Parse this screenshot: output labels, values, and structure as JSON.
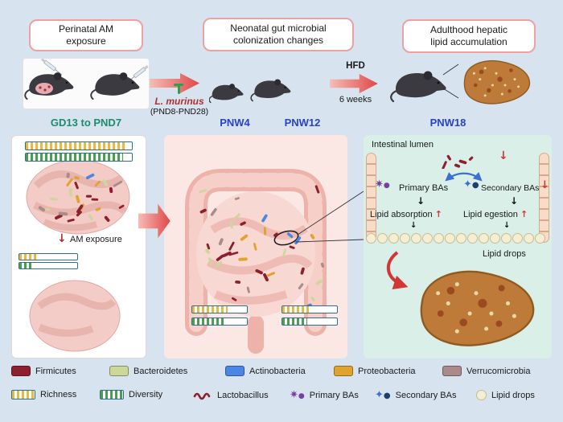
{
  "colors": {
    "background": "#d7e3ee",
    "panel_left": "#ffffff",
    "panel_middle": "#fbe7e4",
    "panel_right": "#d9efe7",
    "firmicutes": "#8e1f2c",
    "bacteroidetes": "#ccd89b",
    "actinobacteria": "#4b86e3",
    "proteobacteria": "#e0a42c",
    "verrucomicrobia": "#a98b8b",
    "richness": "#e7b93c",
    "diversity": "#47a04e",
    "primary_bas": "#7a3da0",
    "secondary_bas_star": "#3b6fd4",
    "secondary_bas_dot": "#1d3f6e",
    "lipid_drop_fill": "#f5eed3",
    "lipid_drop_edge": "#c9bc8e",
    "arrow_red": "#d43535",
    "timeline_green": "#1f8a70",
    "timeline_blue": "#2743c9",
    "lmurinus_green": "#2e9e4f"
  },
  "header": {
    "boxes": [
      "Perinatal AM\nexposure",
      "Neonatal gut microbial\ncolonization changes",
      "Adulthood hepatic\nlipid accumulation"
    ]
  },
  "treatment": {
    "name": "L. murinus",
    "period": "(PND8-PND28)"
  },
  "hfd": {
    "label": "HFD",
    "duration": "6 weeks"
  },
  "timeline": {
    "perinatal": "GD13 to PND7",
    "pnw4": "PNW4",
    "pnw12": "PNW12",
    "pnw18": "PNW18"
  },
  "left_panel": {
    "am_exposure": "AM exposure",
    "bars_pre": {
      "richness": 95,
      "diversity": 92
    },
    "bars_post": {
      "richness": 34,
      "diversity": 22
    }
  },
  "middle_panel": {
    "pnw4_bars": {
      "richness": 65,
      "diversity": 60
    },
    "pnw12_bars": {
      "richness": 50,
      "diversity": 45
    }
  },
  "right_panel": {
    "lumen": "Intestinal lumen",
    "primary": "Primary BAs",
    "secondary": "Secondary BAs",
    "absorption": "Lipid absorption",
    "egestion": "Lipid egestion",
    "lipid_drops": "Lipid drops"
  },
  "icons": {
    "down": "↓",
    "up": "↑",
    "star4": "✦",
    "star8": "✷",
    "dot": "●"
  },
  "legend": {
    "taxa": [
      {
        "label": "Firmicutes"
      },
      {
        "label": "Bacteroidetes"
      },
      {
        "label": "Actinobacteria"
      },
      {
        "label": "Proteobacteria"
      },
      {
        "label": "Verrucomicrobia"
      }
    ],
    "symbols": [
      {
        "label": "Richness"
      },
      {
        "label": "Diversity"
      },
      {
        "label": "Lactobacillus"
      },
      {
        "label": "Primary BAs"
      },
      {
        "label": "Secondary BAs"
      },
      {
        "label": "Lipid drops"
      }
    ]
  }
}
